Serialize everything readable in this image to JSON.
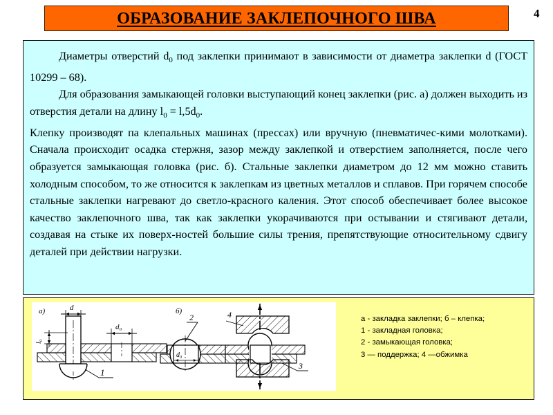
{
  "slide": {
    "page_number": "4",
    "title": "ОБРАЗОВАНИЕ ЗАКЛЕПОЧНОГО ШВА",
    "colors": {
      "title_bar_bg": "#FF6600",
      "text_panel_bg": "#CCFFFF",
      "bottom_panel_bg": "#FFFF99",
      "figure_bg": "#FFFFFF",
      "text": "#000000"
    }
  },
  "body": {
    "paragraph_1_part_1": "Диаметры отверстий d",
    "paragraph_1_sub_1": "0",
    "paragraph_1_part_2": " под заклепки принимают в зависимости от диаметра заклепки d (ГОСТ 10299 – 68).",
    "paragraph_2_part_1": "Для образования замыкающей головки выступающий конец заклепки (рис. а) должен выходить из отверстия детали на длину l",
    "paragraph_2_sub_1": "0",
    "paragraph_2_part_2": " = l,5d",
    "paragraph_2_sub_2": "0",
    "paragraph_2_part_3": ".",
    "paragraph_3": "Клепку производят па клепальных машинах (прессах) или вручную (пневматичес-кими молотками). Сначала происходит осадка стержня, зазор между заклепкой и отверстием заполняется, после чего образуется замыкающая головка (рис. б). Стальные заклепки диаметром до 12 мм можно ставить холодным способом, то же относится к заклепкам из цветных металлов и сплавов. При горячем способе стальные заклепки нагревают до светло-красного каления. Этот способ обеспечивает более высокое качество заклепочного шва, так как заклепки укорачиваются при остывании и стягивают детали, создавая на стыке их поверх-ностей большие силы трения, препятствующие относительному сдвигу деталей при действии нагрузки."
  },
  "figure": {
    "label_a": "а)",
    "label_b": "б)",
    "dim_d": "d",
    "dim_l0": "l",
    "dim_l0_sub": "0",
    "dim_d0_left": "d",
    "dim_d0_left_sub": "0",
    "dim_d0_right": "d",
    "dim_d0_right_sub": "0",
    "callout_1": "1",
    "callout_2": "2",
    "callout_3": "3",
    "callout_4": "4"
  },
  "legend": {
    "lines": [
      "а - закладка заклепки;   б –  клепка;",
      "1 - закладная головка;",
      "2 - замыкающая головка;",
      "3 — поддержка; 4 —обжимка"
    ]
  }
}
